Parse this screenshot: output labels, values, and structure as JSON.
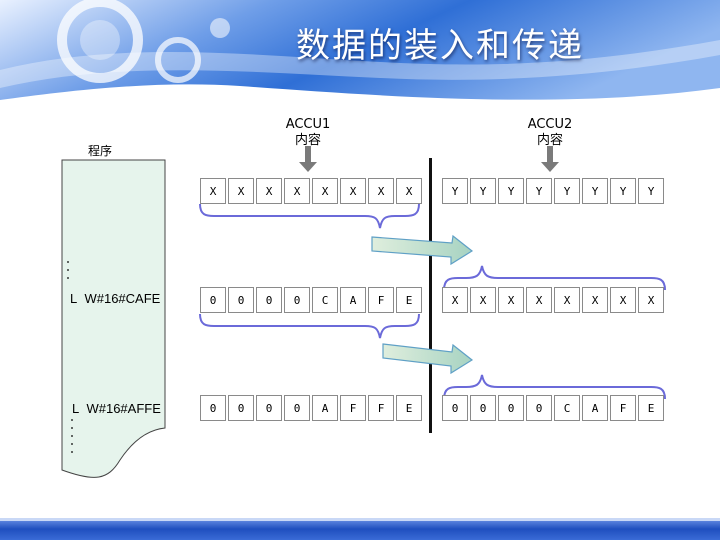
{
  "slide": {
    "title": "数据的装入和传递",
    "program_label": "程序",
    "accu1": {
      "line1": "ACCU1",
      "line2": "内容"
    },
    "accu2": {
      "line1": "ACCU2",
      "line2": "内容"
    },
    "instructions": [
      {
        "op": "L",
        "operand": "W#16#CAFE"
      },
      {
        "op": "L",
        "operand": "W#16#AFFE"
      }
    ],
    "rows": [
      {
        "accu1": [
          "X",
          "X",
          "X",
          "X",
          "X",
          "X",
          "X",
          "X"
        ],
        "accu2": [
          "Y",
          "Y",
          "Y",
          "Y",
          "Y",
          "Y",
          "Y",
          "Y"
        ]
      },
      {
        "accu1": [
          "0",
          "0",
          "0",
          "0",
          "C",
          "A",
          "F",
          "E"
        ],
        "accu2": [
          "X",
          "X",
          "X",
          "X",
          "X",
          "X",
          "X",
          "X"
        ]
      },
      {
        "accu1": [
          "0",
          "0",
          "0",
          "0",
          "A",
          "F",
          "F",
          "E"
        ],
        "accu2": [
          "0",
          "0",
          "0",
          "0",
          "C",
          "A",
          "F",
          "E"
        ]
      }
    ]
  },
  "colors": {
    "header_blue": "#2f6fd6",
    "bottom_bar": "#1f4fbf",
    "panel_green": "#e6f4ec",
    "brace": "#6b6ad9",
    "arrow_fill": "#cfe4c9",
    "arrow_edge": "#5fa0c6"
  }
}
